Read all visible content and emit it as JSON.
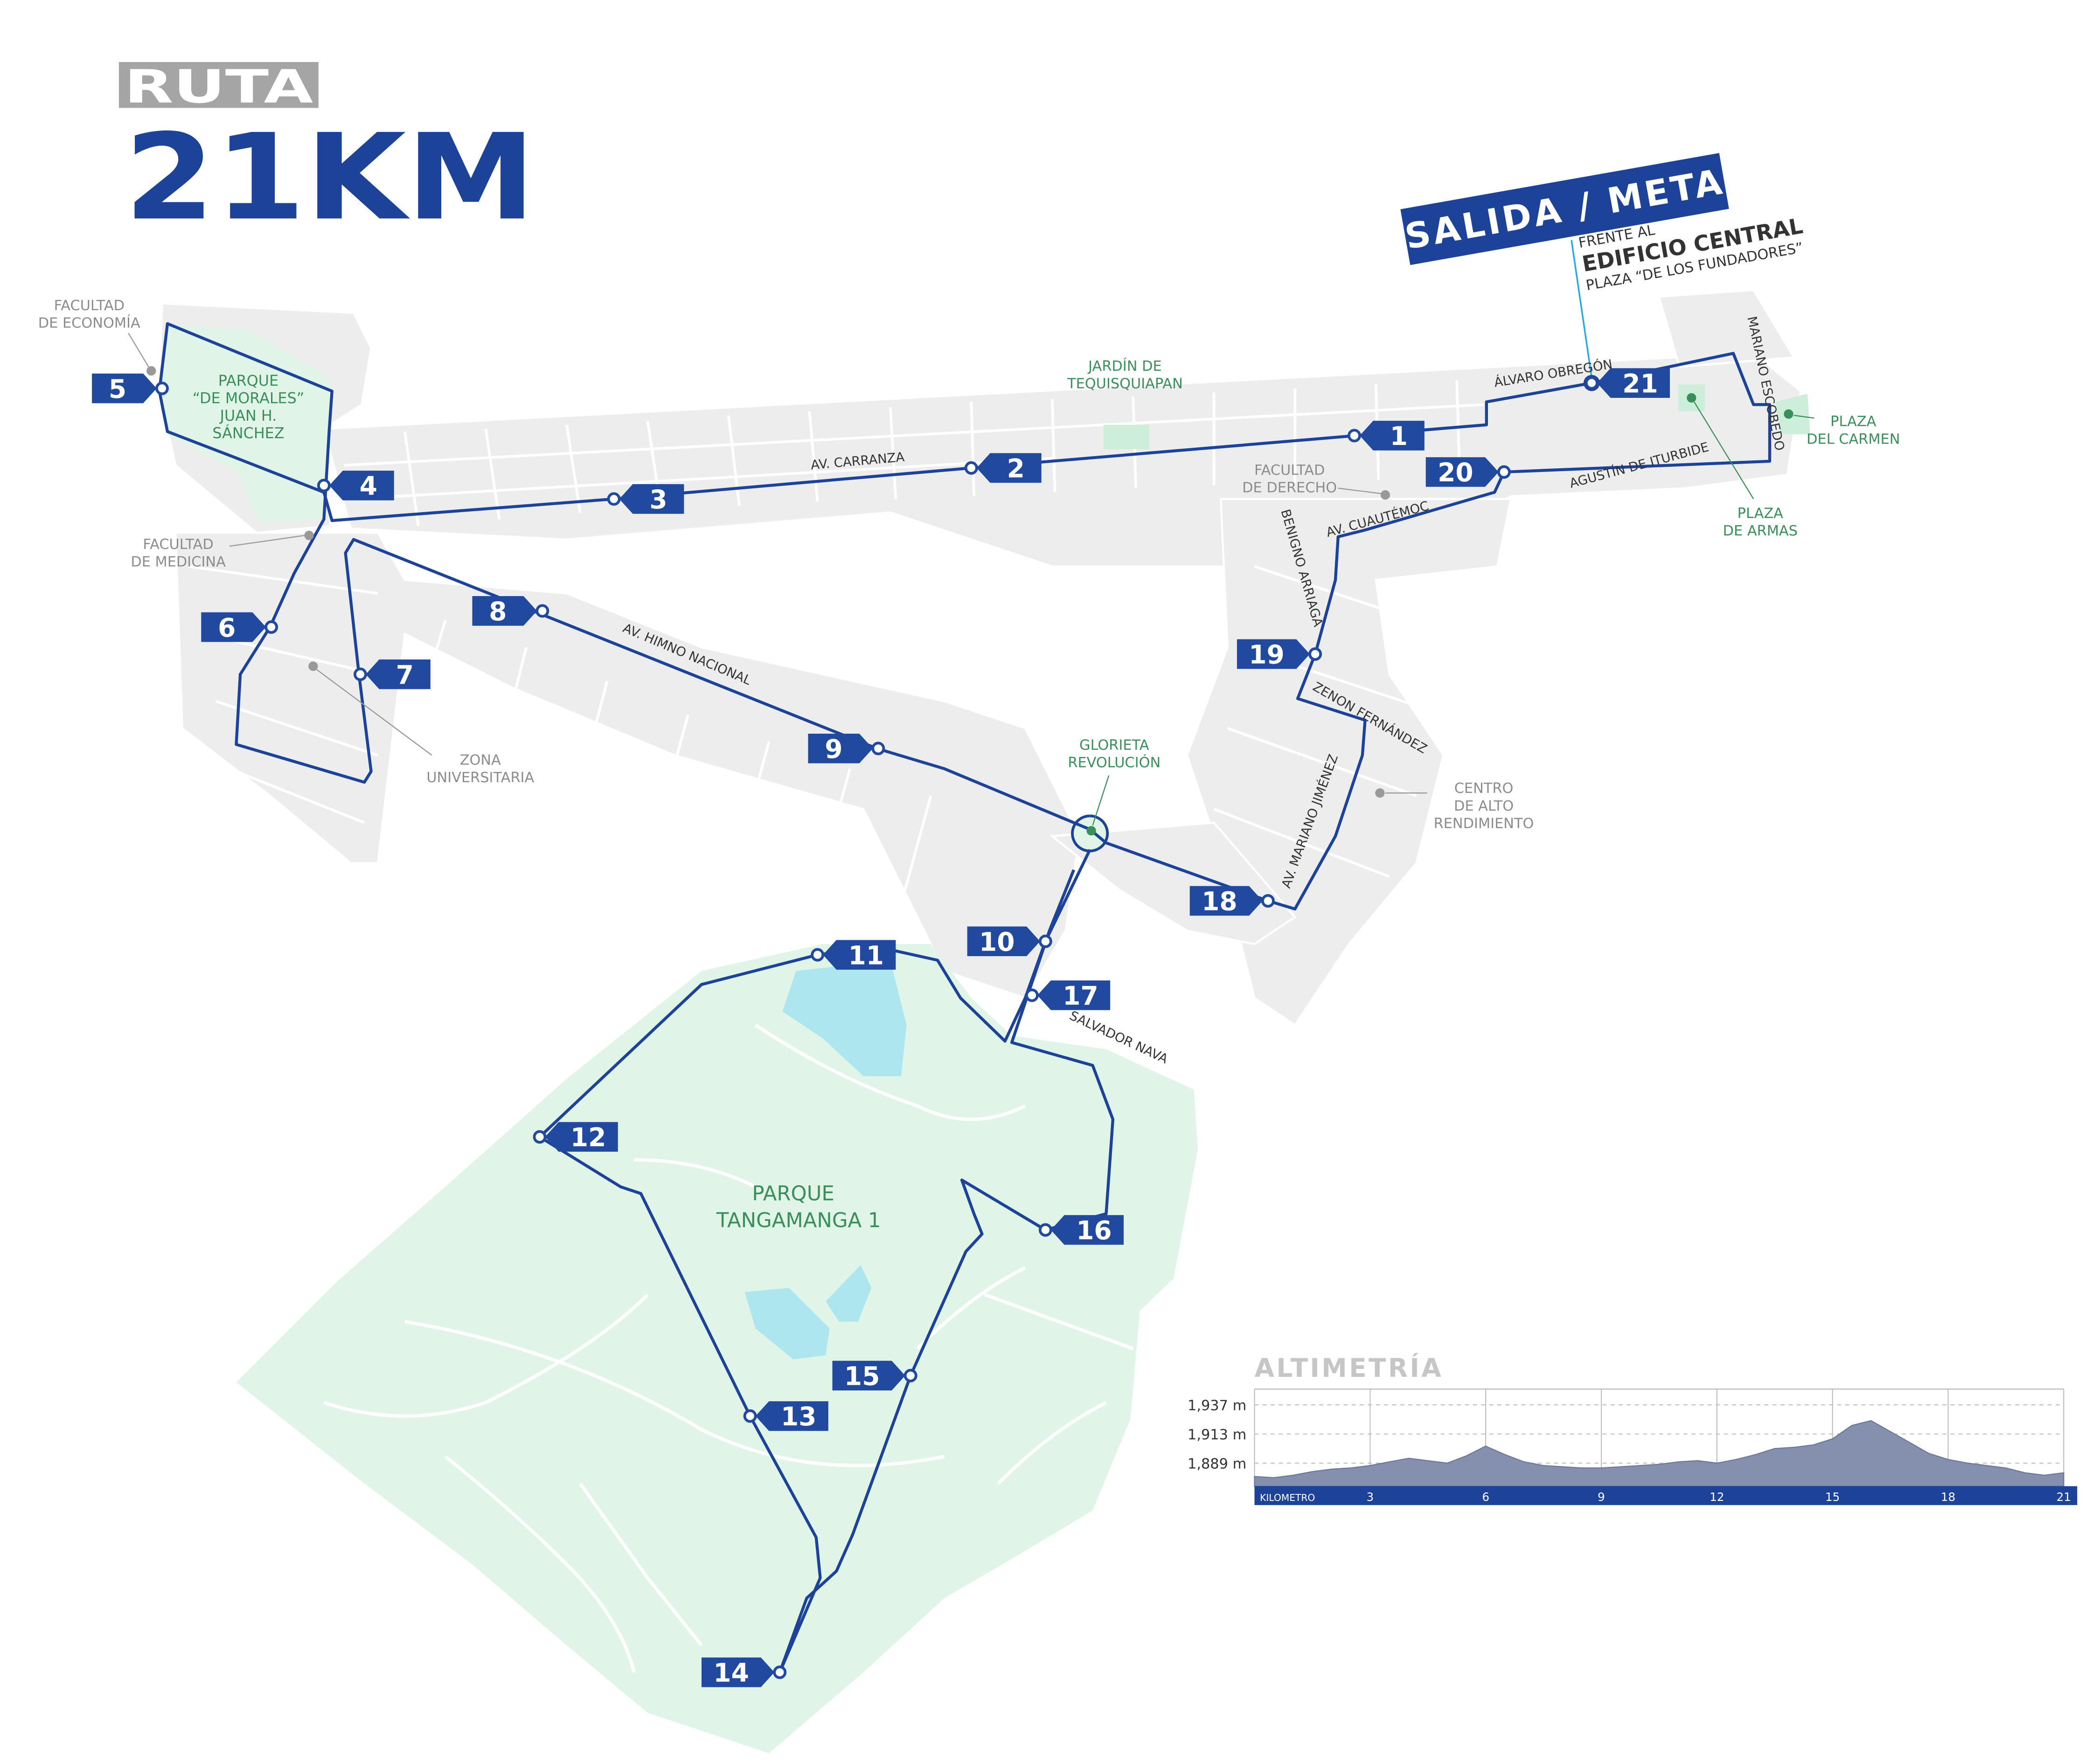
{
  "header": {
    "ruta": "RUTA",
    "distance": "21KM"
  },
  "start": {
    "title": "SALIDA / META",
    "line1": "FRENTE AL",
    "line2": "EDIFICIO CENTRAL",
    "line3": "PLAZA “DE LOS FUNDADORES”"
  },
  "places": {
    "facultad_economia": [
      "FACULTAD",
      "DE ECONOMÍA"
    ],
    "parque_morales": [
      "PARQUE",
      "“DE MORALES”",
      "JUAN H.",
      "SÁNCHEZ"
    ],
    "facultad_medicina": [
      "FACULTAD",
      "DE MEDICINA"
    ],
    "zona_universitaria": [
      "ZONA",
      "UNIVERSITARIA"
    ],
    "jardin_tequisquiapan": [
      "JARDÍN DE",
      "TEQUISQUIAPAN"
    ],
    "facultad_derecho": [
      "FACULTAD",
      "DE DERECHO"
    ],
    "plaza_armas": [
      "PLAZA",
      "DE ARMAS"
    ],
    "plaza_carmen": [
      "PLAZA",
      "DEL CARMEN"
    ],
    "glorieta": [
      "GLORIETA",
      "REVOLUCIÓN"
    ],
    "centro_alto": [
      "CENTRO",
      "DE ALTO",
      "RENDIMIENTO"
    ],
    "tangamanga": [
      "PARQUE",
      "TANGAMANGA 1"
    ]
  },
  "streets": {
    "carranza": "AV. CARRANZA",
    "himno": "AV. HIMNO NACIONAL",
    "obregon": "ÁLVARO OBREGÓN",
    "escobedo": "MARIANO ESCOBEDO",
    "iturbide": "AGUSTÍN DE ITURBIDE",
    "cuauhtemoc": "AV. CUAUTÉMOC",
    "arriaga": "BENIGNO ARRIAGA",
    "zenon": "ZENON FERNÁNDEZ",
    "mjimenez": "AV. MARIANO JIMÉNEZ",
    "salvador": "SALVADOR NAVA"
  },
  "km_markers": [
    "1",
    "2",
    "3",
    "4",
    "5",
    "6",
    "7",
    "8",
    "9",
    "10",
    "11",
    "12",
    "13",
    "14",
    "15",
    "16",
    "17",
    "18",
    "19",
    "20",
    "21"
  ],
  "altimetry": {
    "title": "ALTIMETRÍA",
    "y_labels": [
      "1,937 m",
      "1,913 m",
      "1,889 m"
    ],
    "x_title": "KILOMETRO",
    "x_labels": [
      "3",
      "6",
      "9",
      "12",
      "15",
      "18",
      "21"
    ]
  },
  "chart_data": {
    "type": "area",
    "title": "ALTIMETRÍA",
    "xlabel": "KILOMETRO",
    "ylabel": "",
    "x_ticks": [
      3,
      6,
      9,
      12,
      15,
      18,
      21
    ],
    "y_ticks": [
      1889,
      1913,
      1937
    ],
    "xlim": [
      0,
      21
    ],
    "ylim": [
      1870,
      1950
    ],
    "x": [
      0,
      0.5,
      1,
      1.5,
      2,
      2.5,
      3,
      3.5,
      4,
      4.5,
      5,
      5.5,
      6,
      6.5,
      7,
      7.5,
      8,
      8.5,
      9,
      9.5,
      10,
      10.5,
      11,
      11.5,
      12,
      12.5,
      13,
      13.5,
      14,
      14.5,
      15,
      15.5,
      16,
      16.5,
      17,
      17.5,
      18,
      18.5,
      19,
      19.5,
      20,
      20.5,
      21
    ],
    "y": [
      1878,
      1877,
      1879,
      1882,
      1884,
      1885,
      1887,
      1890,
      1893,
      1891,
      1889,
      1895,
      1903,
      1896,
      1890,
      1887,
      1886,
      1885,
      1885,
      1886,
      1887,
      1888,
      1890,
      1891,
      1889,
      1892,
      1896,
      1901,
      1902,
      1904,
      1909,
      1920,
      1924,
      1915,
      1906,
      1897,
      1892,
      1889,
      1887,
      1885,
      1881,
      1879,
      1881
    ]
  },
  "colors": {
    "route": "#1d4399",
    "marker": "#214a9e",
    "park": "#e1f4e8",
    "park_label": "#3a8e5a",
    "block": "#eeedee",
    "lake": "#aee6ef",
    "gray_text": "#8c8c8c"
  }
}
